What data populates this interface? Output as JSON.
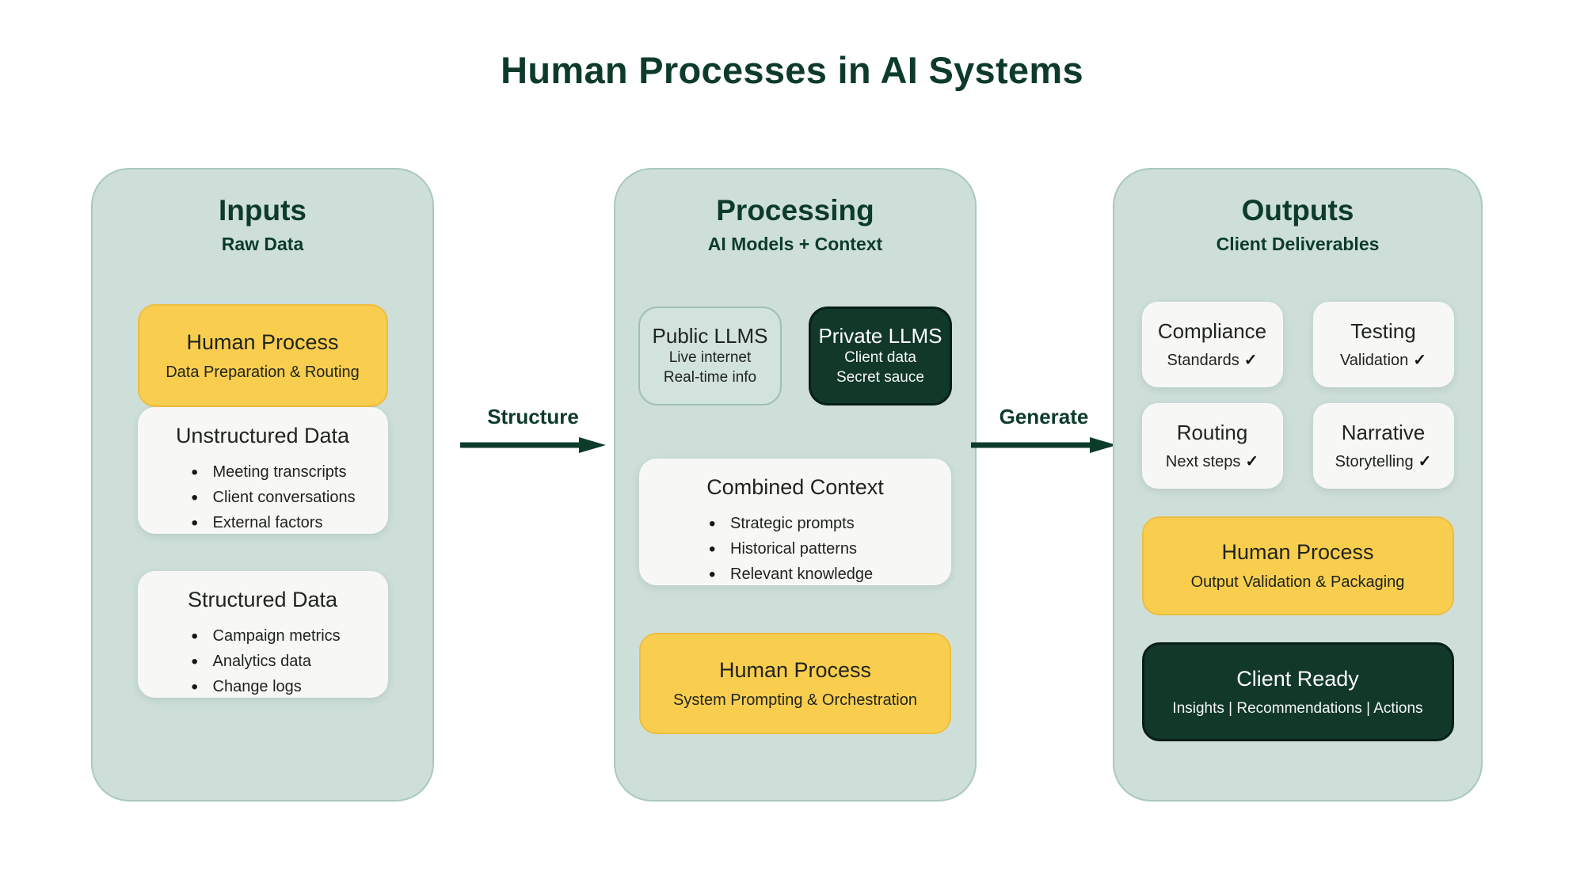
{
  "title": "Human Processes in AI Systems",
  "theme": {
    "page_bg": "#ffffff",
    "accent_dark": "#0d3b2a",
    "col_bg": "#cedfda",
    "col_border": "#a9c8c1",
    "ink": "#20241f",
    "yellow": "#f9ce4e",
    "yellow_border": "#edbd41",
    "card_bg": "#f7f8f6",
    "dark_box": "#12382a",
    "dark_box_border": "#081f16",
    "public_fill": "#d2e2dd",
    "public_border": "#9dbfb8",
    "white_text": "#f4f7f5"
  },
  "arrows": {
    "structure": "Structure",
    "generate": "Generate"
  },
  "columns": [
    {
      "title": "Inputs",
      "subtitle": "Raw Data",
      "human_process": {
        "title": "Human Process",
        "subtitle": "Data Preparation & Routing"
      },
      "cards": [
        {
          "title": "Unstructured Data",
          "bullets": [
            "Meeting transcripts",
            "Client conversations",
            "External factors"
          ]
        },
        {
          "title": "Structured Data",
          "bullets": [
            "Campaign metrics",
            "Analytics data",
            "Change logs"
          ]
        }
      ]
    },
    {
      "title": "Processing",
      "subtitle": "AI Models + Context",
      "llms": [
        {
          "title": "Public LLMS",
          "lines": [
            "Live internet",
            "Real-time info"
          ]
        },
        {
          "title": "Private LLMS",
          "lines": [
            "Client data",
            "Secret sauce"
          ]
        }
      ],
      "cards": [
        {
          "title": "Combined Context",
          "bullets": [
            "Strategic prompts",
            "Historical patterns",
            "Relevant knowledge"
          ]
        }
      ],
      "human_process": {
        "title": "Human Process",
        "subtitle": "System Prompting & Orchestration"
      }
    },
    {
      "title": "Outputs",
      "subtitle": "Client Deliverables",
      "grid": [
        {
          "title": "Compliance",
          "subtitle": "Standards",
          "check": "✓"
        },
        {
          "title": "Testing",
          "subtitle": "Validation",
          "check": "✓"
        },
        {
          "title": "Routing",
          "subtitle": "Next steps",
          "check": "✓"
        },
        {
          "title": "Narrative",
          "subtitle": "Storytelling",
          "check": "✓"
        }
      ],
      "human_process": {
        "title": "Human Process",
        "subtitle": "Output Validation & Packaging"
      },
      "client_ready": {
        "title": "Client Ready",
        "subtitle": "Insights | Recommendations | Actions"
      }
    }
  ]
}
